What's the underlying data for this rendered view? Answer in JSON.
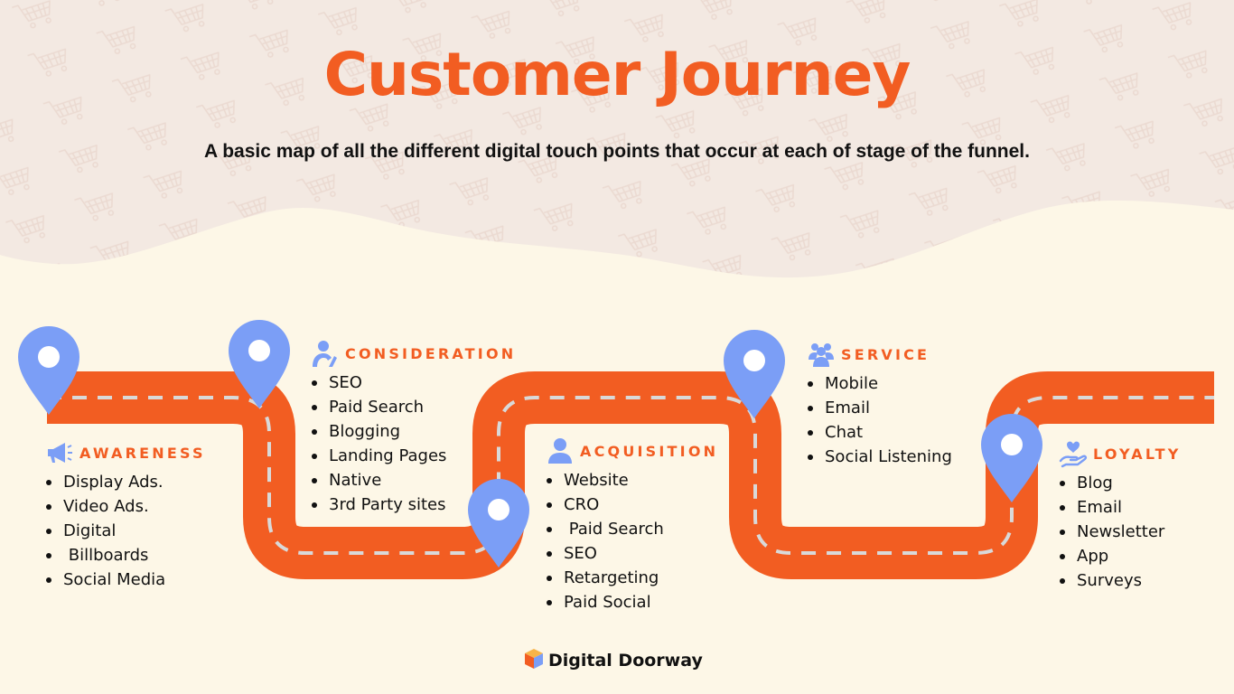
{
  "title": "Customer Journey",
  "subtitle": "A basic map of all the different digital touch points that occur at each of stage of the funnel.",
  "colors": {
    "road": "#f25d22",
    "lane": "#d9d9d9",
    "pin": "#7b9ef6",
    "heading": "#f25d22",
    "top_background": "#f3e9e2",
    "bottom_background": "#fdf7e7"
  },
  "stages": {
    "awareness": {
      "title": "AWARENESS",
      "icon": "megaphone-icon",
      "items": [
        "Display Ads.",
        "Video Ads.",
        "Digital",
        " Billboards",
        "Social Media"
      ]
    },
    "consideration": {
      "title": "CONSIDERATION",
      "icon": "thinking-person-icon",
      "items": [
        "SEO",
        "Paid Search",
        "Blogging",
        "Landing Pages",
        "Native",
        "3rd Party sites"
      ]
    },
    "acquisition": {
      "title": "ACQUISITION",
      "icon": "user-icon",
      "items": [
        "Website",
        "CRO",
        " Paid Search",
        "SEO",
        "Retargeting",
        "Paid Social"
      ]
    },
    "service": {
      "title": "SERVICE",
      "icon": "group-icon",
      "items": [
        "Mobile",
        "Email",
        "Chat",
        "Social Listening"
      ]
    },
    "loyalty": {
      "title": "LOYALTY",
      "icon": "hand-heart-icon",
      "items": [
        "Blog",
        "Email",
        "Newsletter",
        "App",
        "Surveys"
      ]
    }
  },
  "brand": {
    "name": "Digital Doorway",
    "icon": "cube-icon"
  }
}
